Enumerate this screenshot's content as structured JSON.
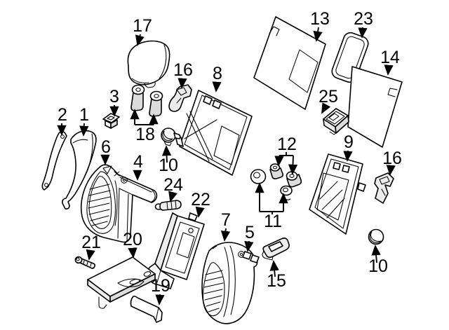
{
  "diagram": {
    "kind": "exploded-parts-diagram",
    "subject": "rear seat assembly line drawing",
    "style": {
      "background": "#ffffff",
      "line_color": "#000000",
      "shade_color": "#dcdcdc",
      "label_color": "#000000"
    },
    "callouts": {
      "c1": {
        "label": "1"
      },
      "c2": {
        "label": "2"
      },
      "c3": {
        "label": "3"
      },
      "c4": {
        "label": "4"
      },
      "c5": {
        "label": "5"
      },
      "c6": {
        "label": "6"
      },
      "c7": {
        "label": "7"
      },
      "c8": {
        "label": "8"
      },
      "c9": {
        "label": "9"
      },
      "c10a": {
        "label": "10"
      },
      "c10b": {
        "label": "10"
      },
      "c11": {
        "label": "11"
      },
      "c12": {
        "label": "12"
      },
      "c13": {
        "label": "13"
      },
      "c14": {
        "label": "14"
      },
      "c15": {
        "label": "15"
      },
      "c16a": {
        "label": "16"
      },
      "c16b": {
        "label": "16"
      },
      "c17": {
        "label": "17"
      },
      "c18": {
        "label": "18"
      },
      "c19": {
        "label": "19"
      },
      "c20": {
        "label": "20"
      },
      "c21": {
        "label": "21"
      },
      "c22": {
        "label": "22"
      },
      "c23": {
        "label": "23"
      },
      "c24": {
        "label": "24"
      },
      "c25": {
        "label": "25"
      }
    }
  }
}
